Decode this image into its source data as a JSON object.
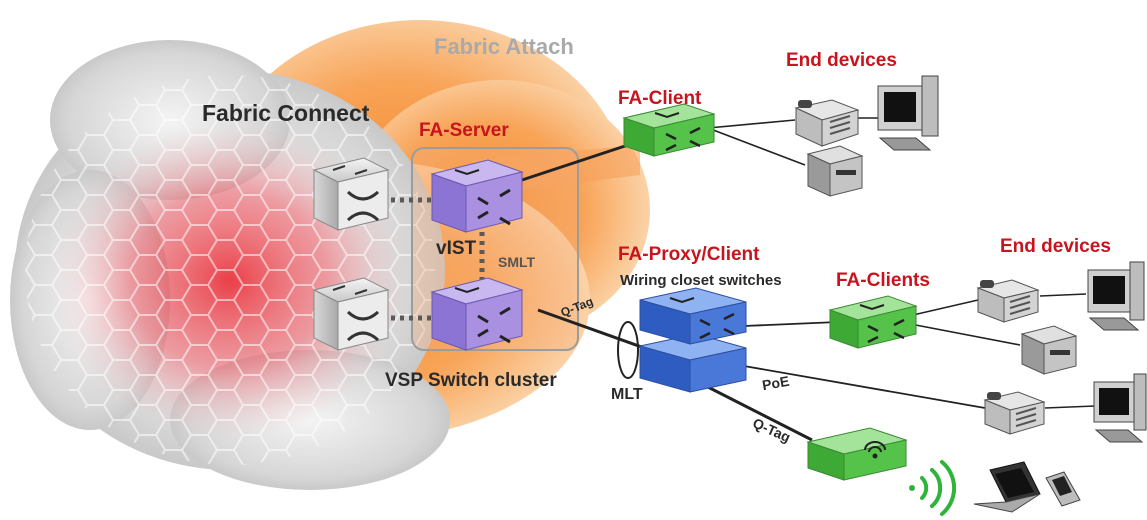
{
  "labels": {
    "fabric_attach": "Fabric Attach",
    "fabric_connect": "Fabric Connect",
    "fa_server": "FA-Server",
    "fa_client": "FA-Client",
    "end_devices_top": "End devices",
    "end_devices_bottom": "End devices",
    "vist": "vIST",
    "smlt": "SMLT",
    "q_tag_core": "Q-Tag",
    "fa_proxy_client": "FA-Proxy/Client",
    "wiring_closet": "Wiring closet  switches",
    "fa_clients": "FA-Clients",
    "vsp_cluster": "VSP  Switch cluster",
    "mlt": "MLT",
    "poe": "PoE",
    "q_tag_ap": "Q-Tag"
  },
  "colors": {
    "label_red": "#c8141e",
    "fabric_attach_orange": "#f7a24a",
    "fa_server_purple": "#a990e0",
    "fa_client_green": "#55c24a",
    "proxy_blue": "#4a78d8",
    "core_switch_gray": "#d8d8d8"
  },
  "icons": {
    "core_switch": "crossed-arrows-switch-icon",
    "router": "four-arrow-router-icon",
    "wireless_ap": "wireless-access-point-icon",
    "phone": "ip-phone-icon",
    "desktop": "desktop-computer-icon",
    "printer": "printer-icon",
    "laptop": "laptop-icon",
    "handheld": "pda-icon",
    "wifi": "wifi-signal-icon"
  }
}
